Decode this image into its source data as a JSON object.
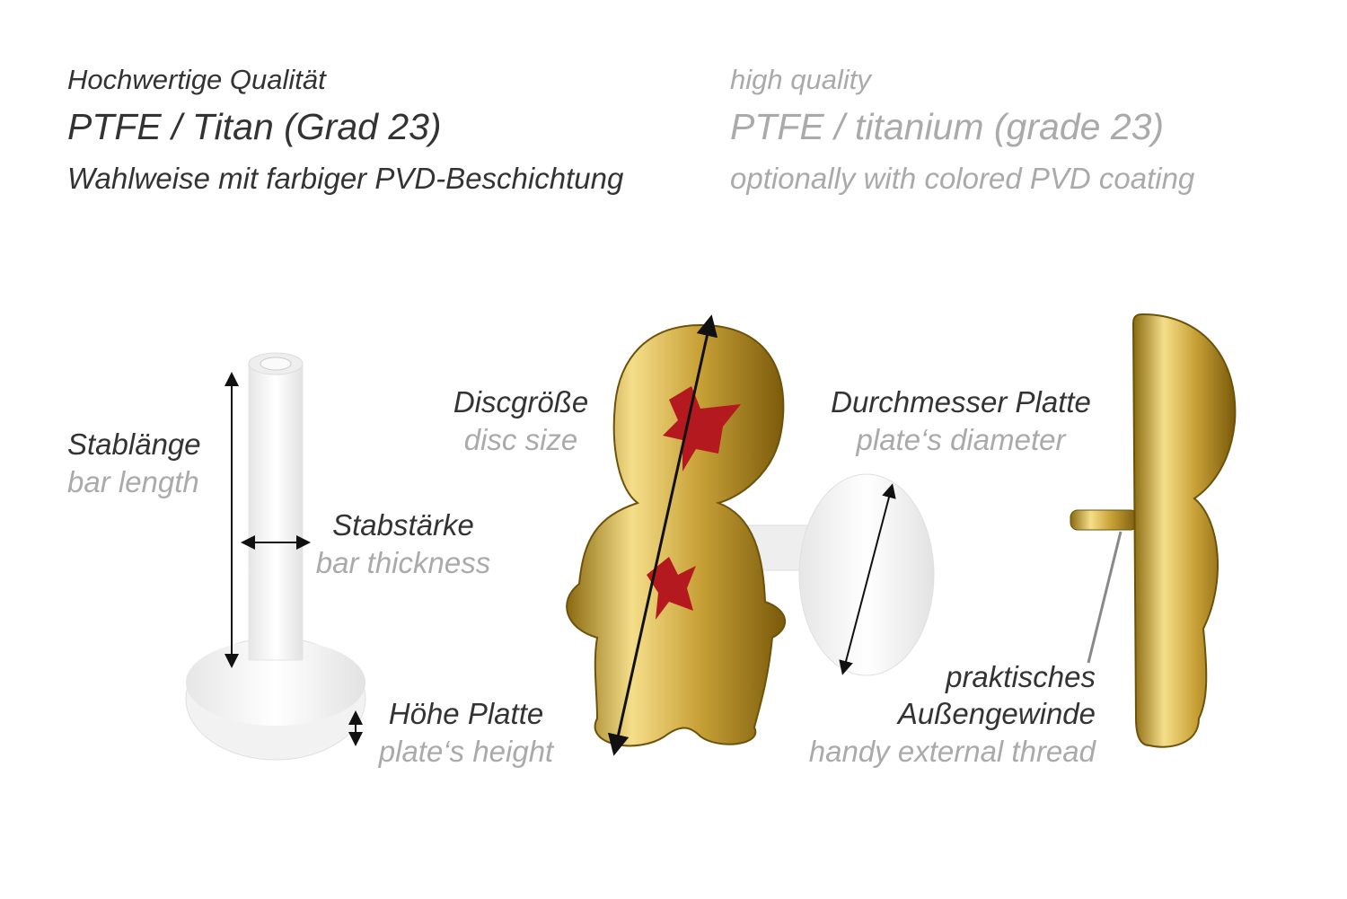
{
  "header_de": {
    "line1": "Hochwertige Qualität",
    "line2": "PTFE / Titan (Grad 23)",
    "line3": "Wahlweise mit farbiger PVD-Beschichtung"
  },
  "header_en": {
    "line1": "high quality",
    "line2": "PTFE / titanium (grade 23)",
    "line3": "optionally with colored PVD coating"
  },
  "labels": {
    "bar_length": {
      "de": "Stablänge",
      "en": "bar length"
    },
    "bar_thickness": {
      "de": "Stabstärke",
      "en": "bar thickness"
    },
    "plate_height": {
      "de": "Höhe Platte",
      "en": "plate‘s height"
    },
    "disc_size": {
      "de": "Discgröße",
      "en": "disc size"
    },
    "plate_diameter": {
      "de": "Durchmesser Platte",
      "en": "plate‘s diameter"
    },
    "external_thread": {
      "de_line1": "praktisches",
      "de_line2": "Außengewinde",
      "en": "handy external thread"
    }
  },
  "colors": {
    "dark_text": "#333333",
    "light_text": "#aaaaaa",
    "gold": "#d4b040",
    "enamel_red": "#b3191e"
  }
}
